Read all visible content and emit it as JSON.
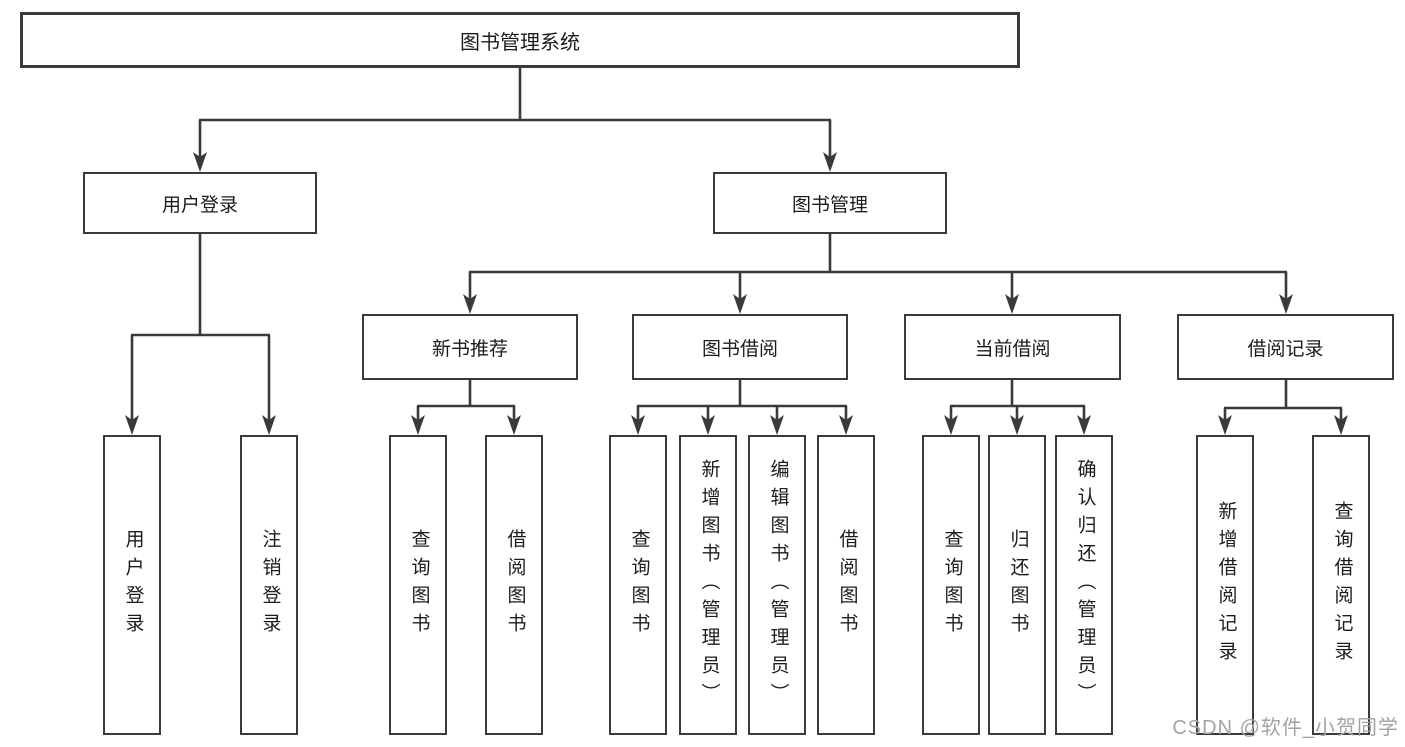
{
  "tree": {
    "label": "图书管理系统",
    "children": [
      {
        "label": "用户登录",
        "children": [
          {
            "label": "用户登录"
          },
          {
            "label": "注销登录"
          }
        ]
      },
      {
        "label": "图书管理",
        "children": [
          {
            "label": "新书推荐",
            "children": [
              {
                "label": "查询图书"
              },
              {
                "label": "借阅图书"
              }
            ]
          },
          {
            "label": "图书借阅",
            "children": [
              {
                "label": "查询图书"
              },
              {
                "label": "新增图书（管理员）"
              },
              {
                "label": "编辑图书（管理员）"
              },
              {
                "label": "借阅图书"
              }
            ]
          },
          {
            "label": "当前借阅",
            "children": [
              {
                "label": "查询图书"
              },
              {
                "label": "归还图书"
              },
              {
                "label": "确认归还（管理员）"
              }
            ]
          },
          {
            "label": "借阅记录",
            "children": [
              {
                "label": "新增借阅记录"
              },
              {
                "label": "查询借阅记录"
              }
            ]
          }
        ]
      }
    ]
  },
  "watermark": "CSDN @软件_小贺同学",
  "colors": {
    "line": "#3a3a3a",
    "text": "#1c1c1c",
    "watermark": "#a3a3a3",
    "background": "#ffffff"
  }
}
